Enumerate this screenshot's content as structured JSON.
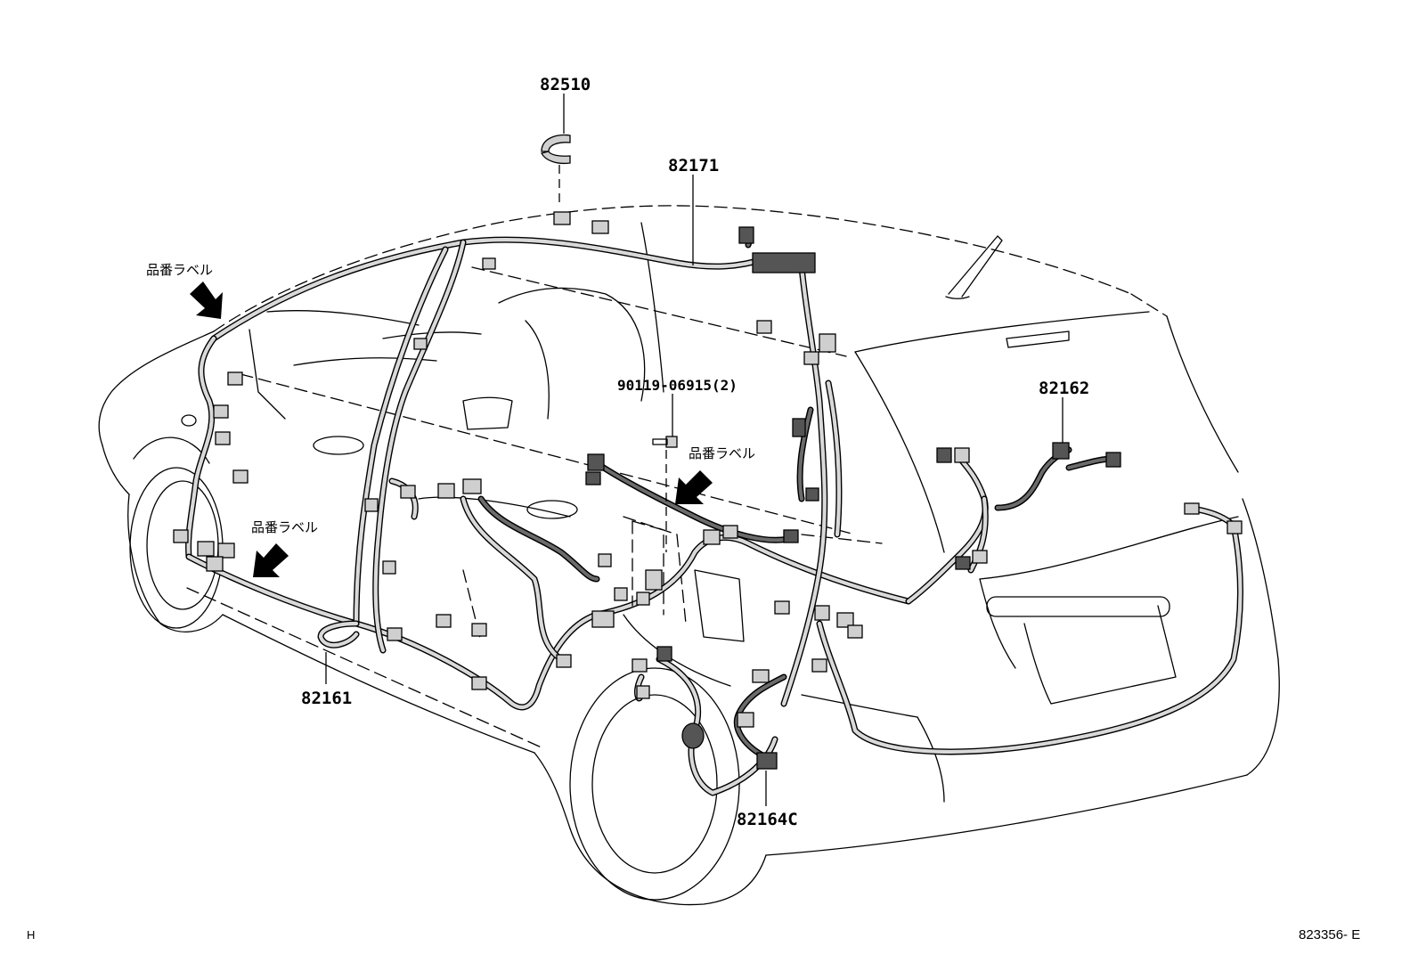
{
  "parts": {
    "p82510": "82510",
    "p82171": "82171",
    "p82162": "82162",
    "p90119": "90119-06915(2)",
    "p82161": "82161",
    "p82164c": "82164C"
  },
  "labels": {
    "part_number_label_1": "品番ラベル",
    "part_number_label_2": "品番ラベル",
    "part_number_label_3": "品番ラベル"
  },
  "footer": {
    "left_mark": "H",
    "figure_code": "823356- E"
  }
}
